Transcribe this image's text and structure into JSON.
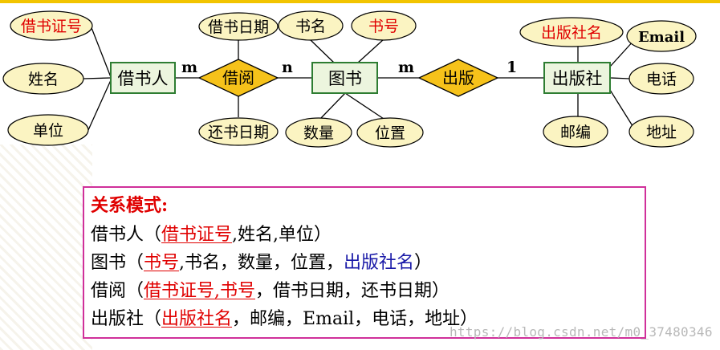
{
  "diagram": {
    "entities": {
      "borrower": "借书人",
      "book": "图书",
      "publisher": "出版社"
    },
    "relationships": {
      "borrow": "借阅",
      "publish": "出版"
    },
    "cardinality": {
      "borrower_borrow": "m",
      "borrow_book": "n",
      "book_publish": "m",
      "publish_publisher": "1"
    },
    "attributes": {
      "card_no": "借书证号",
      "name": "姓名",
      "unit": "单位",
      "borrow_date": "借书日期",
      "return_date": "还书日期",
      "title": "书名",
      "book_no": "书号",
      "quantity": "数量",
      "location": "位置",
      "publisher_name": "出版社名",
      "email": "Email",
      "phone": "电话",
      "postcode": "邮编",
      "address": "地址"
    }
  },
  "relational_schema": {
    "title": "关系模式:",
    "lines": [
      {
        "prefix": "借书人（",
        "key": "借书证号",
        "rest": ",姓名,单位）"
      },
      {
        "prefix": "图书（",
        "key": "书号",
        "mid": ",书名，数量，位置，",
        "fk": "出版社名",
        "rest": "）"
      },
      {
        "prefix": "借阅（",
        "key": "借书证号,书号",
        "rest": "，借书日期，还书日期）"
      },
      {
        "prefix": "出版社（",
        "key": "出版社名",
        "rest": "，邮编，Email，电话，地址）"
      }
    ]
  },
  "watermark": "https://blog.csdn.net/m0_37480346",
  "colors": {
    "attribute_fill": "#fbf4c2",
    "entity_fill": "#ecf5de",
    "entity_border": "#2e7d32",
    "relationship_fill": "#f6c21a",
    "key_text": "#e00000",
    "foreign_key_text": "#1a1aa8",
    "frame": "#d0309a",
    "top_bar": "#f2c400"
  }
}
